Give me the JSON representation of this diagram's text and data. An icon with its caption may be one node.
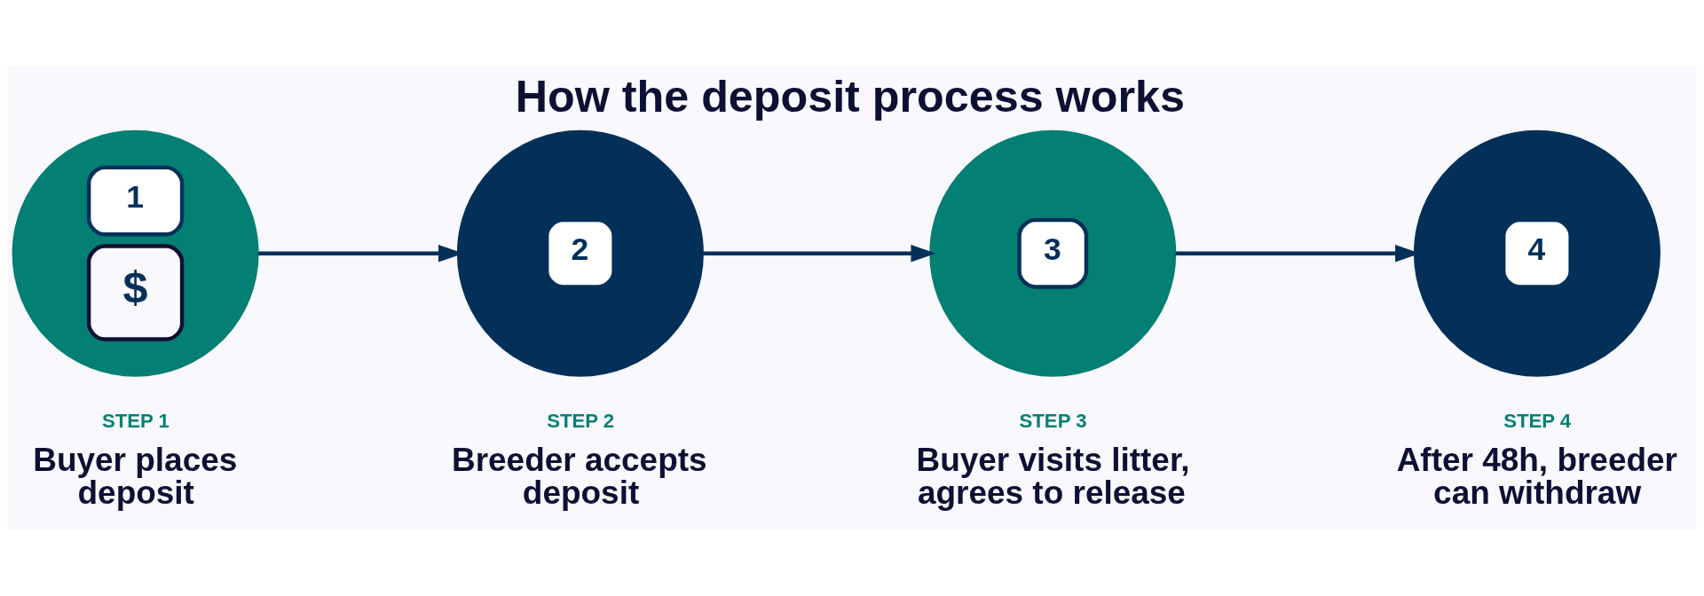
{
  "diagram": {
    "title": "How the deposit process works",
    "nodes": [
      {
        "text": [
          "1",
          "$"
        ],
        "beside": [
          "STEP 1",
          "Buyer places deposit"
        ]
      },
      {
        "text": [
          "2"
        ],
        "beside": [
          "STEP 2",
          "Breeder accepts deposit"
        ]
      },
      {
        "text": [
          "3"
        ],
        "beside": [
          "STEP 3",
          "Buyer visits litter, agrees to release"
        ]
      },
      {
        "text": [
          "4"
        ],
        "beside": [
          "STEP 4",
          "After 48h, breeder can withdraw"
        ]
      }
    ],
    "edges": [
      {
        "from": 0,
        "to": 1,
        "arrow": "to"
      },
      {
        "from": 1,
        "to": 2,
        "arrow": "to"
      },
      {
        "from": 2,
        "to": 3,
        "arrow": "to"
      }
    ]
  }
}
